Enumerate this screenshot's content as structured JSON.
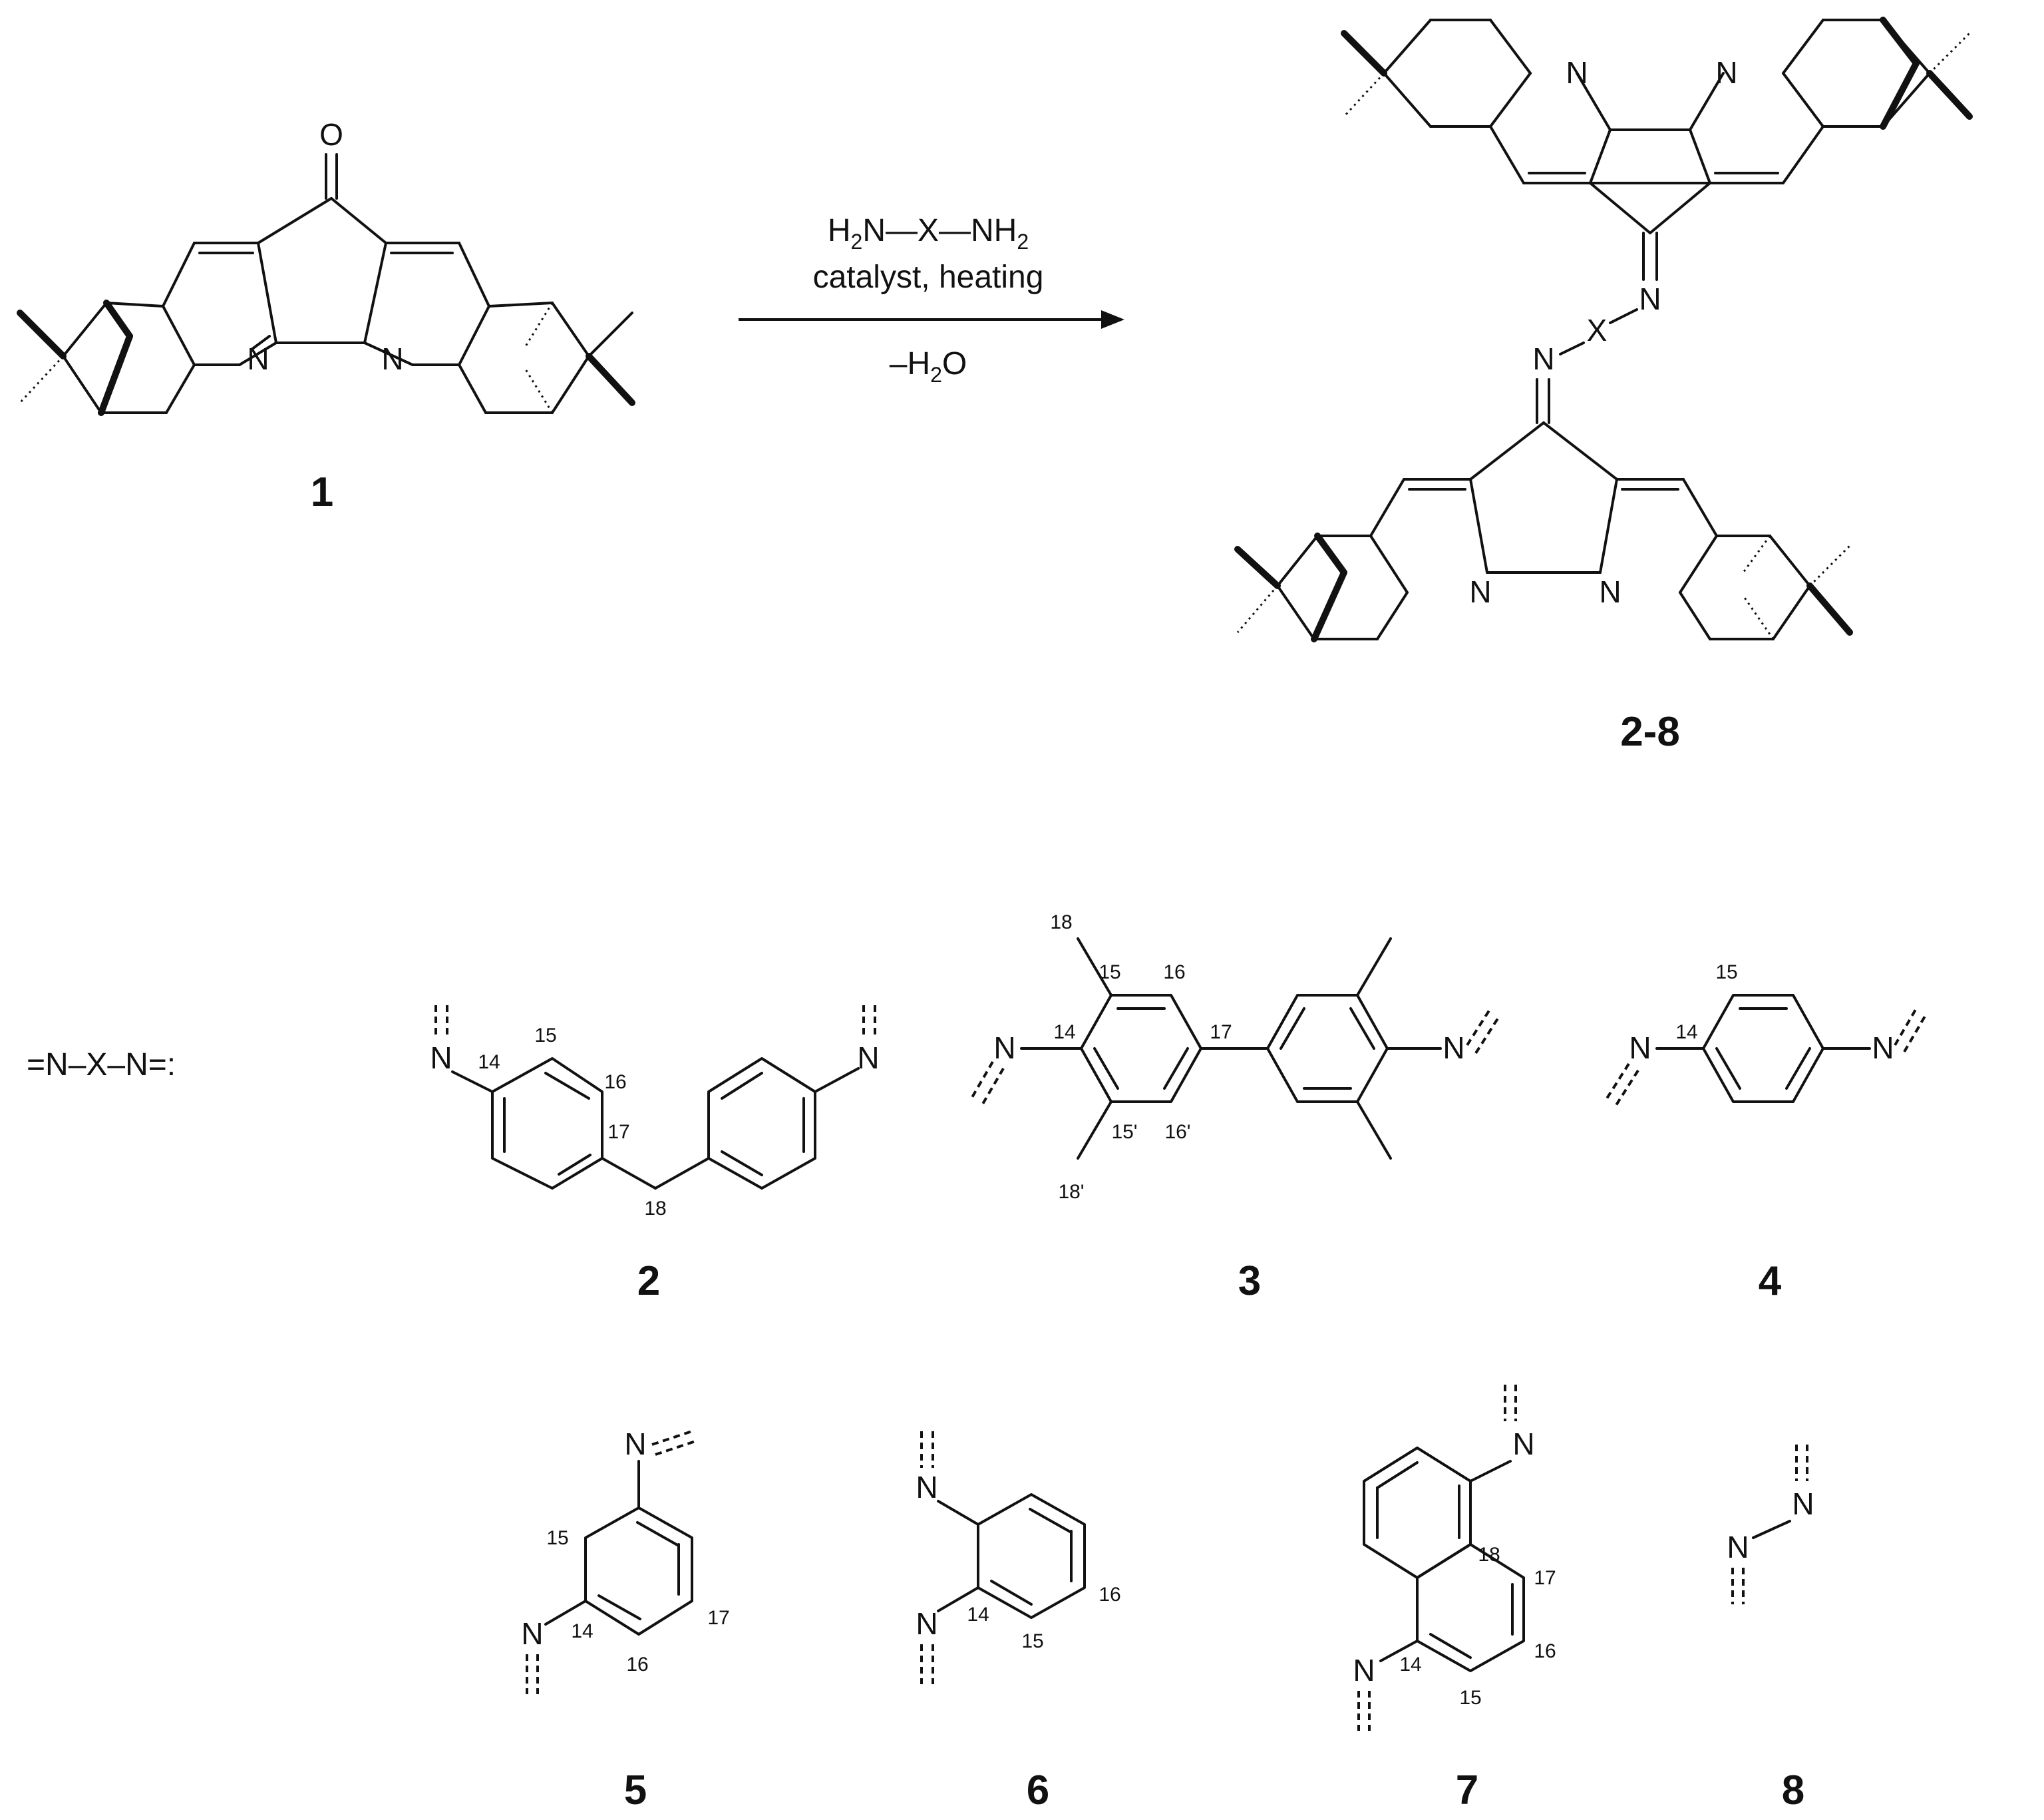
{
  "reaction": {
    "reagent_line_parts": [
      "H",
      "2",
      "N—X—NH",
      "2"
    ],
    "conditions": "catalyst, heating",
    "byproduct_parts": [
      "–H",
      "2",
      "O"
    ]
  },
  "compounds": {
    "starting_material": "1",
    "product": "2-8",
    "linkers": [
      "2",
      "3",
      "4",
      "5",
      "6",
      "7",
      "8"
    ]
  },
  "linker_definition": "=N–X–N=:",
  "atoms": {
    "nitrogen": "N",
    "oxygen": "O",
    "X": "X"
  },
  "numbering": {
    "c2": [
      "14",
      "15",
      "16",
      "17",
      "18"
    ],
    "c3": [
      "18",
      "15",
      "16",
      "14",
      "17",
      "15'",
      "16'",
      "18'"
    ],
    "c4": [
      "15",
      "14"
    ],
    "c5": [
      "15",
      "14",
      "17",
      "16"
    ],
    "c6": [
      "14",
      "16",
      "15"
    ],
    "c7": [
      "18",
      "17",
      "16",
      "14",
      "15"
    ]
  }
}
